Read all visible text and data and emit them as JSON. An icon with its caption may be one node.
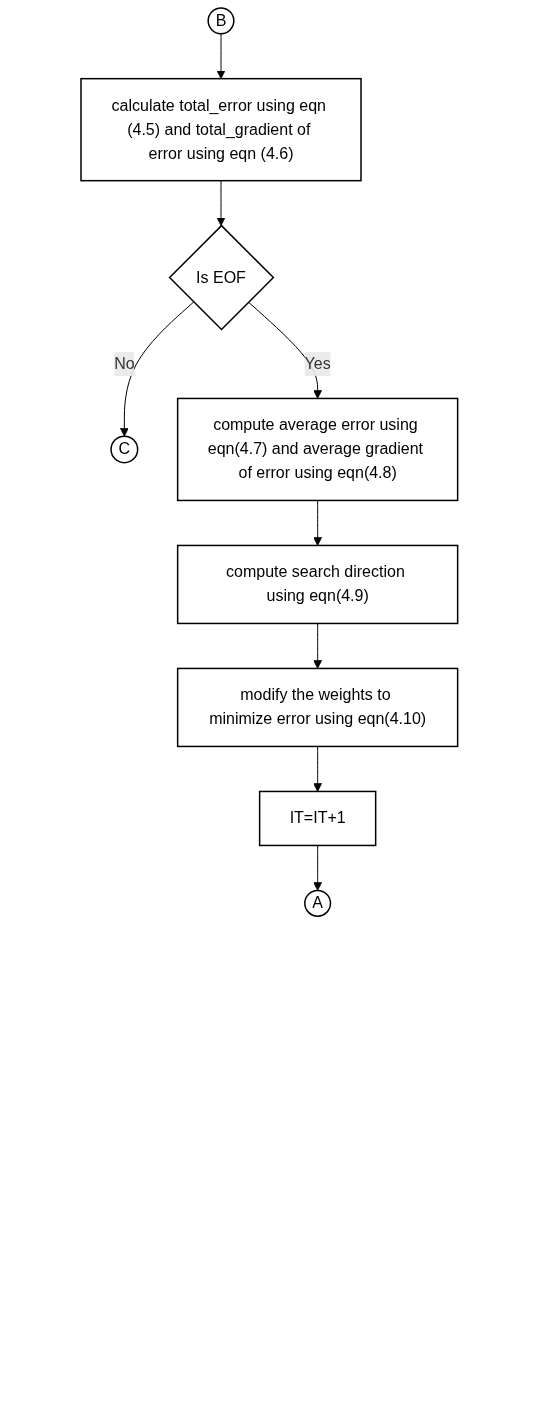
{
  "diagram": {
    "nodes": [
      {
        "text": [
          "B"
        ]
      },
      {
        "text": [
          "calculate total_error using eqn (4.5) and total_gradient of error using eqn (4.6)"
        ]
      },
      {
        "text": [
          "Is EOF"
        ]
      },
      {
        "text": [
          "C"
        ]
      },
      {
        "text": [
          "compute average error using eqn(4.7) and average gradient of error using eqn(4.8)"
        ]
      },
      {
        "text": [
          "compute search direction using eqn(4.9)"
        ]
      },
      {
        "text": [
          "modify the weights to minimize error using eqn(4.10)"
        ]
      },
      {
        "text": [
          "IT=IT+1"
        ]
      },
      {
        "text": [
          "A"
        ]
      }
    ],
    "edges": [
      {
        "from": 0,
        "to": 1,
        "arrow": "to"
      },
      {
        "from": 1,
        "to": 2,
        "arrow": "to"
      },
      {
        "from": 2,
        "to": 3,
        "arrow": "to",
        "label": "No"
      },
      {
        "from": 2,
        "to": 4,
        "arrow": "to",
        "label": "Yes"
      },
      {
        "from": 4,
        "to": 5,
        "arrow": "to"
      },
      {
        "from": 5,
        "to": 6,
        "arrow": "to"
      },
      {
        "from": 6,
        "to": 7,
        "arrow": "to"
      },
      {
        "from": 7,
        "to": 8,
        "arrow": "to"
      }
    ]
  }
}
